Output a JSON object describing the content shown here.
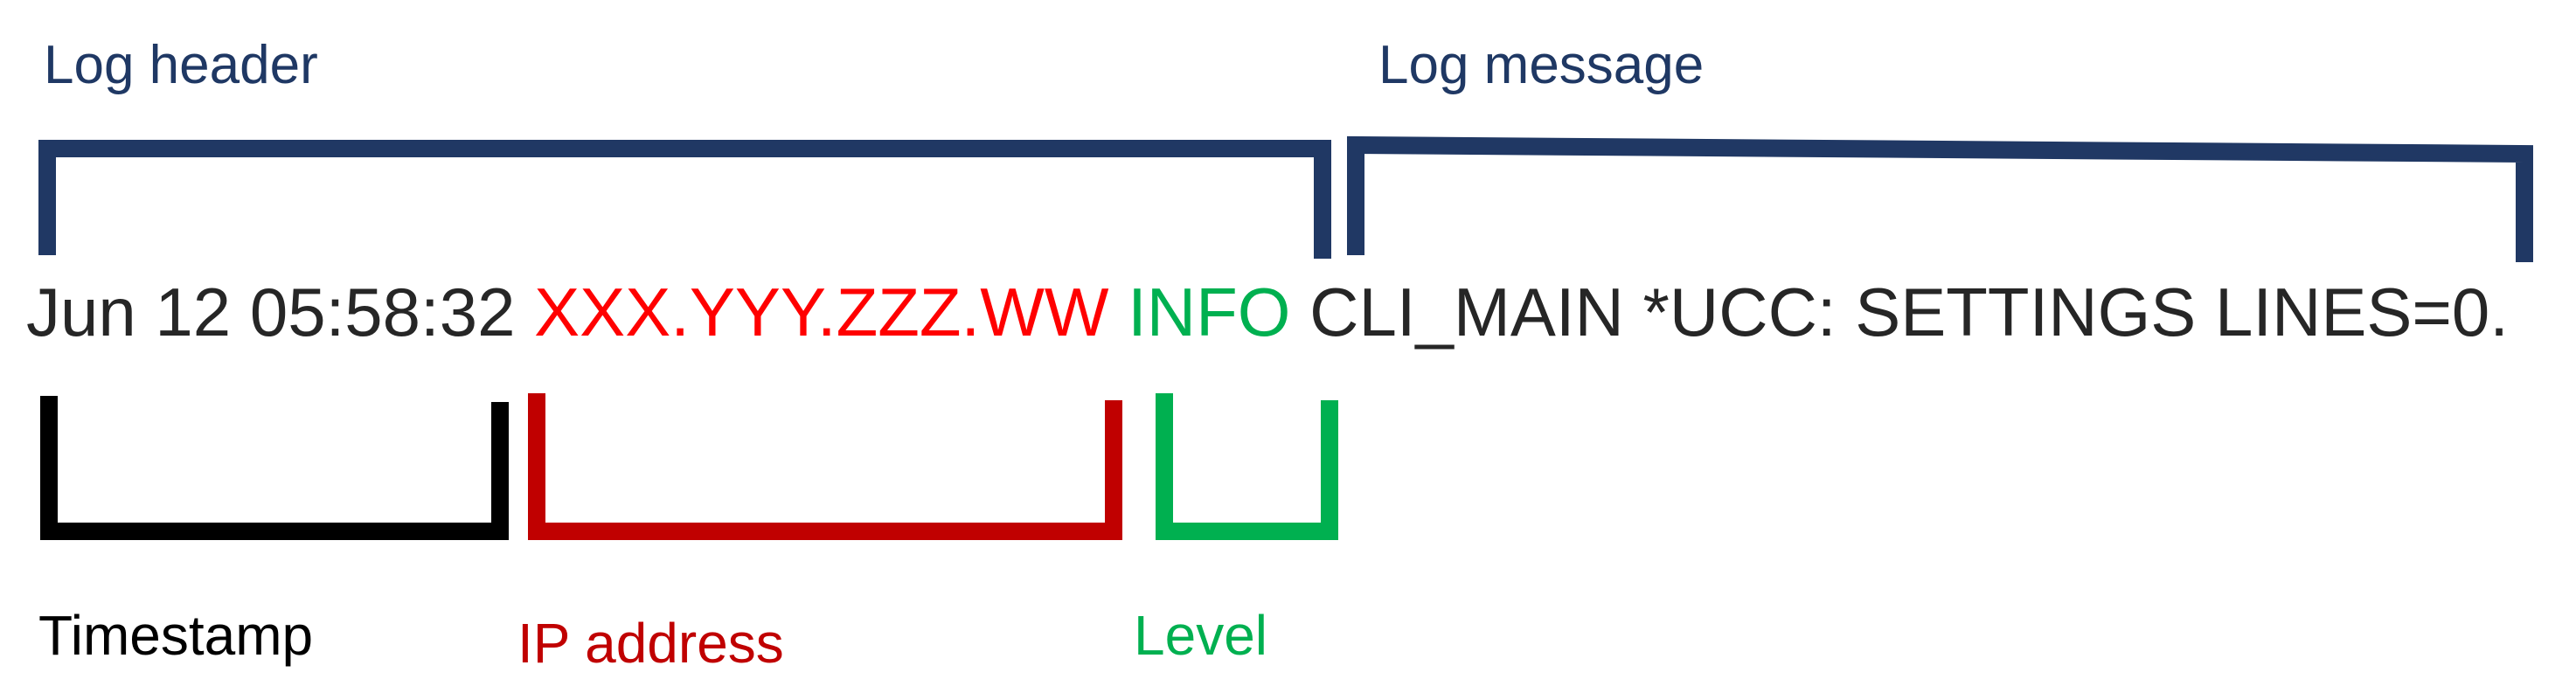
{
  "header": {
    "log_header_label": "Log header",
    "log_message_label": "Log message"
  },
  "log_line": {
    "timestamp": "Jun 12 05:58:32",
    "ip_address": "XXX.YYY.ZZZ.WW",
    "level": "INFO",
    "message": "CLI_MAIN *UCC: SETTINGS LINES=0."
  },
  "annotations": {
    "timestamp_label": "Timestamp",
    "ip_label": "IP address",
    "level_label": "Level"
  },
  "colors": {
    "header": "#1f3864",
    "bracket_header": "#203864",
    "timestamp": "#000000",
    "ip_address": "#c00000",
    "ip_text": "#ff0000",
    "level": "#00b050",
    "text": "#262626"
  }
}
